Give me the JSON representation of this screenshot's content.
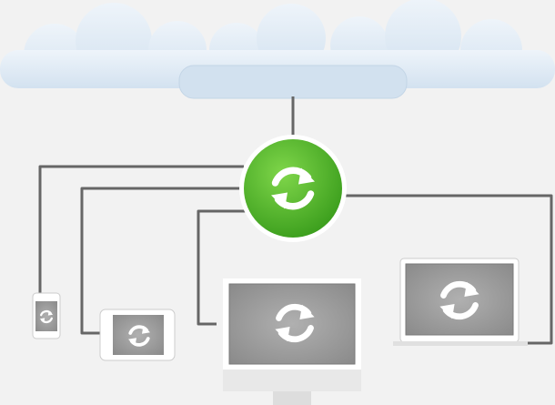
{
  "diagram": {
    "title": "",
    "nodes": [
      {
        "id": "cloud",
        "icon": "cloud-icon"
      },
      {
        "id": "sync-hub",
        "icon": "sync-icon"
      },
      {
        "id": "phone",
        "icon": "sync-icon"
      },
      {
        "id": "tablet",
        "icon": "sync-icon"
      },
      {
        "id": "desktop-monitor",
        "icon": "sync-icon"
      },
      {
        "id": "laptop",
        "icon": "sync-icon"
      }
    ],
    "edges": [
      {
        "from": "cloud",
        "to": "sync-hub"
      },
      {
        "from": "sync-hub",
        "to": "phone"
      },
      {
        "from": "sync-hub",
        "to": "tablet"
      },
      {
        "from": "sync-hub",
        "to": "desktop-monitor"
      },
      {
        "from": "sync-hub",
        "to": "laptop"
      }
    ]
  },
  "colors": {
    "background": "#f2f2f2",
    "cloud_fill": "#dbe7f2",
    "cloud_shadow": "#c3d5e6",
    "hub_green": "#4cb52a",
    "hub_ring": "#ffffff",
    "cable": "#666666",
    "device_frame": "#ffffff",
    "device_screen": "#9a9a9a",
    "sync_icon": "#ffffff"
  }
}
